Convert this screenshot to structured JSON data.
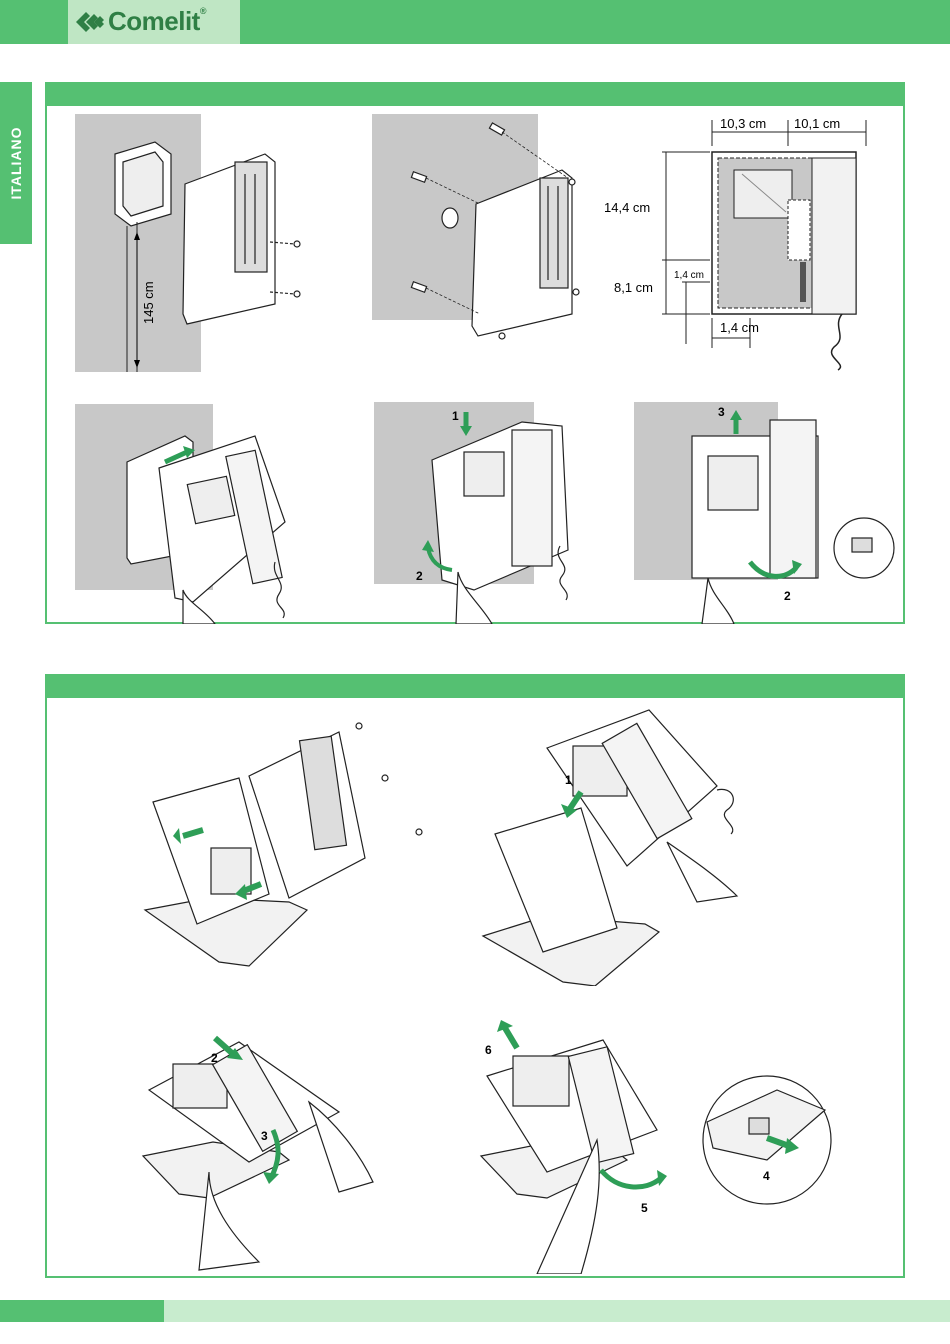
{
  "brand": {
    "name": "Comelit",
    "reg": "®"
  },
  "language_tab": "ITALIANO",
  "install": {
    "height_label": "145 cm",
    "dims": {
      "w_left": "10,3 cm",
      "w_right": "10,1 cm",
      "h_top": "14,4 cm",
      "h_bottom": "8,1 cm",
      "small_side": "1,4 cm",
      "bottom": "1,4 cm"
    },
    "steps_fig5": {
      "s1": "1",
      "s2": "2"
    },
    "steps_fig6": {
      "s3": "3",
      "s2": "2"
    }
  },
  "desk": {
    "steps_fig2": {
      "s1": "1"
    },
    "steps_fig3": {
      "s2": "2",
      "s3": "3"
    },
    "steps_fig4": {
      "s6": "6",
      "s5": "5",
      "s4": "4"
    }
  },
  "colors": {
    "green": "#55c072",
    "light_green": "#c8ecce",
    "wall_grey": "#c8c8c8",
    "arrow_green": "#2e9e57"
  }
}
